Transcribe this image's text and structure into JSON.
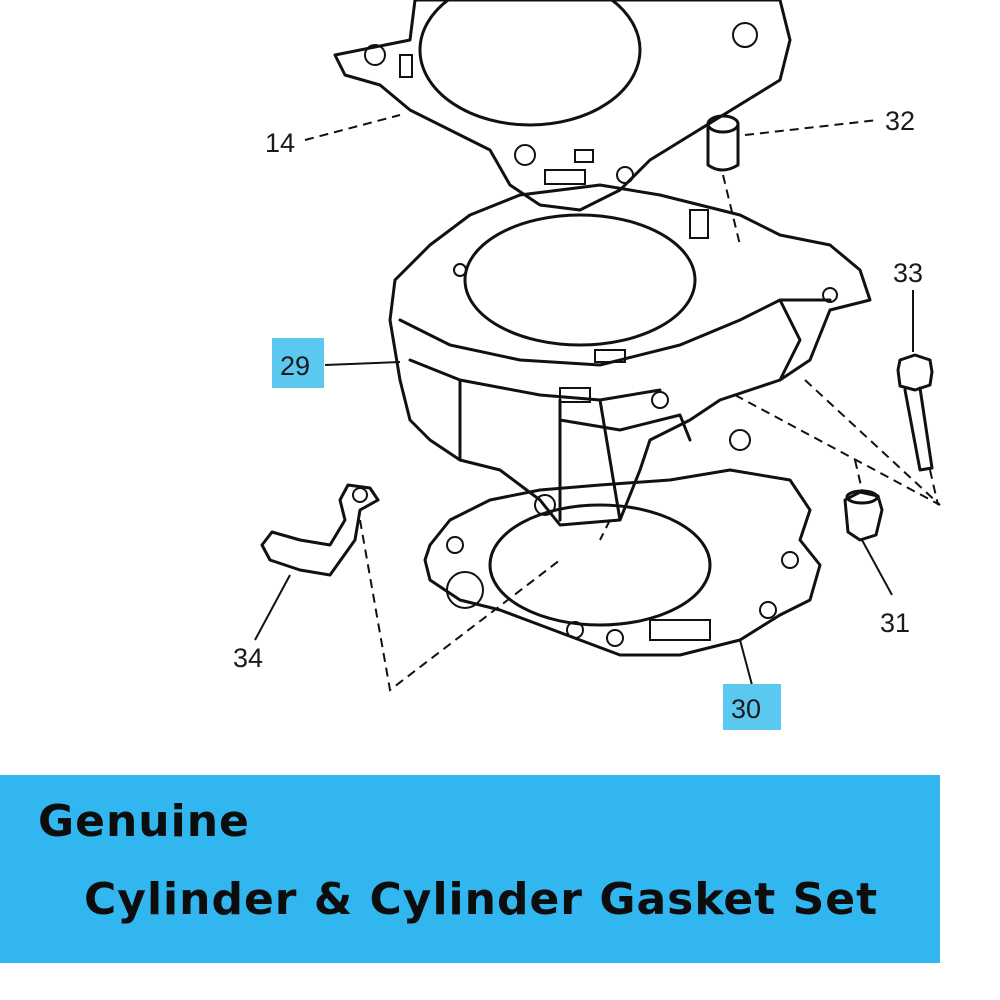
{
  "diagram": {
    "callouts": [
      {
        "id": "14",
        "label": "14",
        "highlighted": false
      },
      {
        "id": "32",
        "label": "32",
        "highlighted": false
      },
      {
        "id": "33",
        "label": "33",
        "highlighted": false
      },
      {
        "id": "29",
        "label": "29",
        "highlighted": true
      },
      {
        "id": "31",
        "label": "31",
        "highlighted": false
      },
      {
        "id": "34",
        "label": "34",
        "highlighted": false
      },
      {
        "id": "30",
        "label": "30",
        "highlighted": true
      }
    ],
    "highlight_color": "#5bc8f0"
  },
  "banner": {
    "line1": "Genuine",
    "line2": "Cylinder & Cylinder Gasket Set",
    "background_color": "#32b6ef"
  }
}
